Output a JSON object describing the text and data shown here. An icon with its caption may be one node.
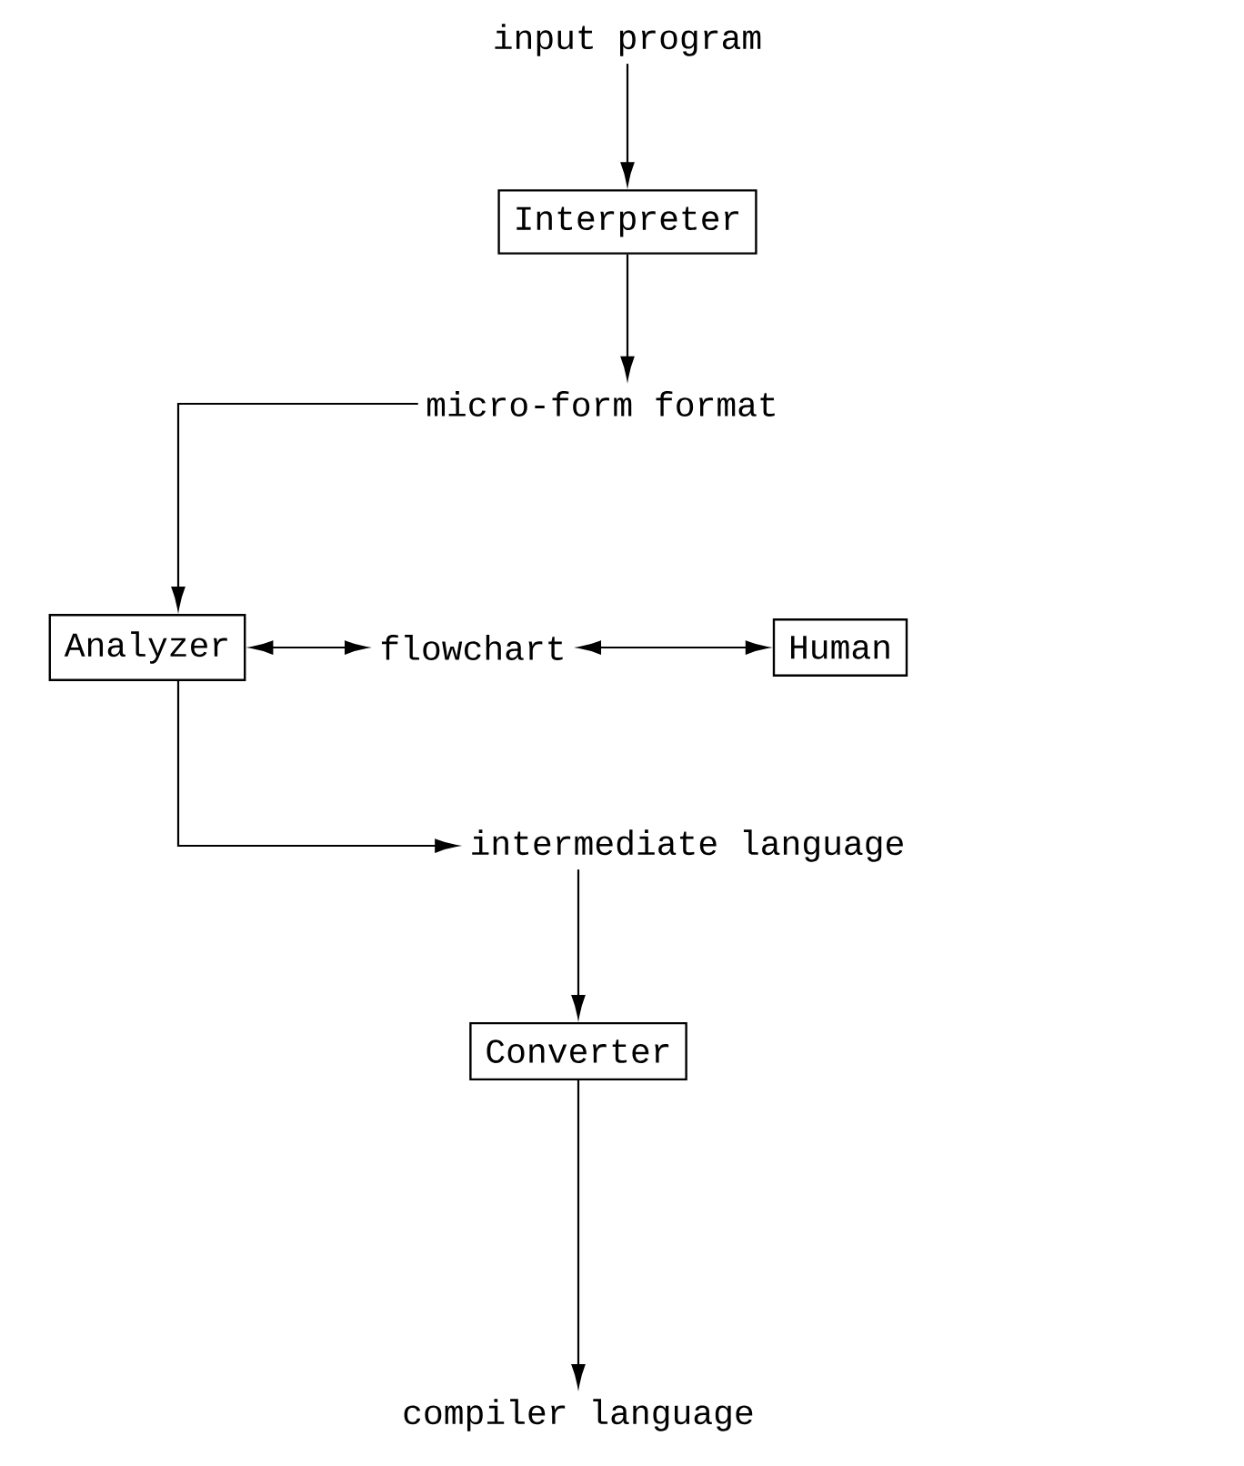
{
  "diagram": {
    "nodes": [
      {
        "text": [
          "input program"
        ]
      },
      {
        "text": [
          "Interpreter"
        ]
      },
      {
        "text": [
          "micro-form format"
        ]
      },
      {
        "text": [
          "Analyzer"
        ]
      },
      {
        "text": [
          "flowchart"
        ]
      },
      {
        "text": [
          "Human"
        ]
      },
      {
        "text": [
          "intermediate language"
        ]
      },
      {
        "text": [
          "Converter"
        ]
      },
      {
        "text": [
          "compiler language"
        ]
      }
    ],
    "edges": [
      {
        "from": 0,
        "to": 1,
        "arrow": "to"
      },
      {
        "from": 1,
        "to": 2,
        "arrow": "to"
      },
      {
        "from": 2,
        "to": 3,
        "arrow": "to"
      },
      {
        "from": 3,
        "to": 4,
        "arrow": "both"
      },
      {
        "from": 4,
        "to": 5,
        "arrow": "both"
      },
      {
        "from": 3,
        "to": 6,
        "arrow": "to"
      },
      {
        "from": 6,
        "to": 7,
        "arrow": "to"
      },
      {
        "from": 7,
        "to": 8,
        "arrow": "to"
      }
    ]
  }
}
